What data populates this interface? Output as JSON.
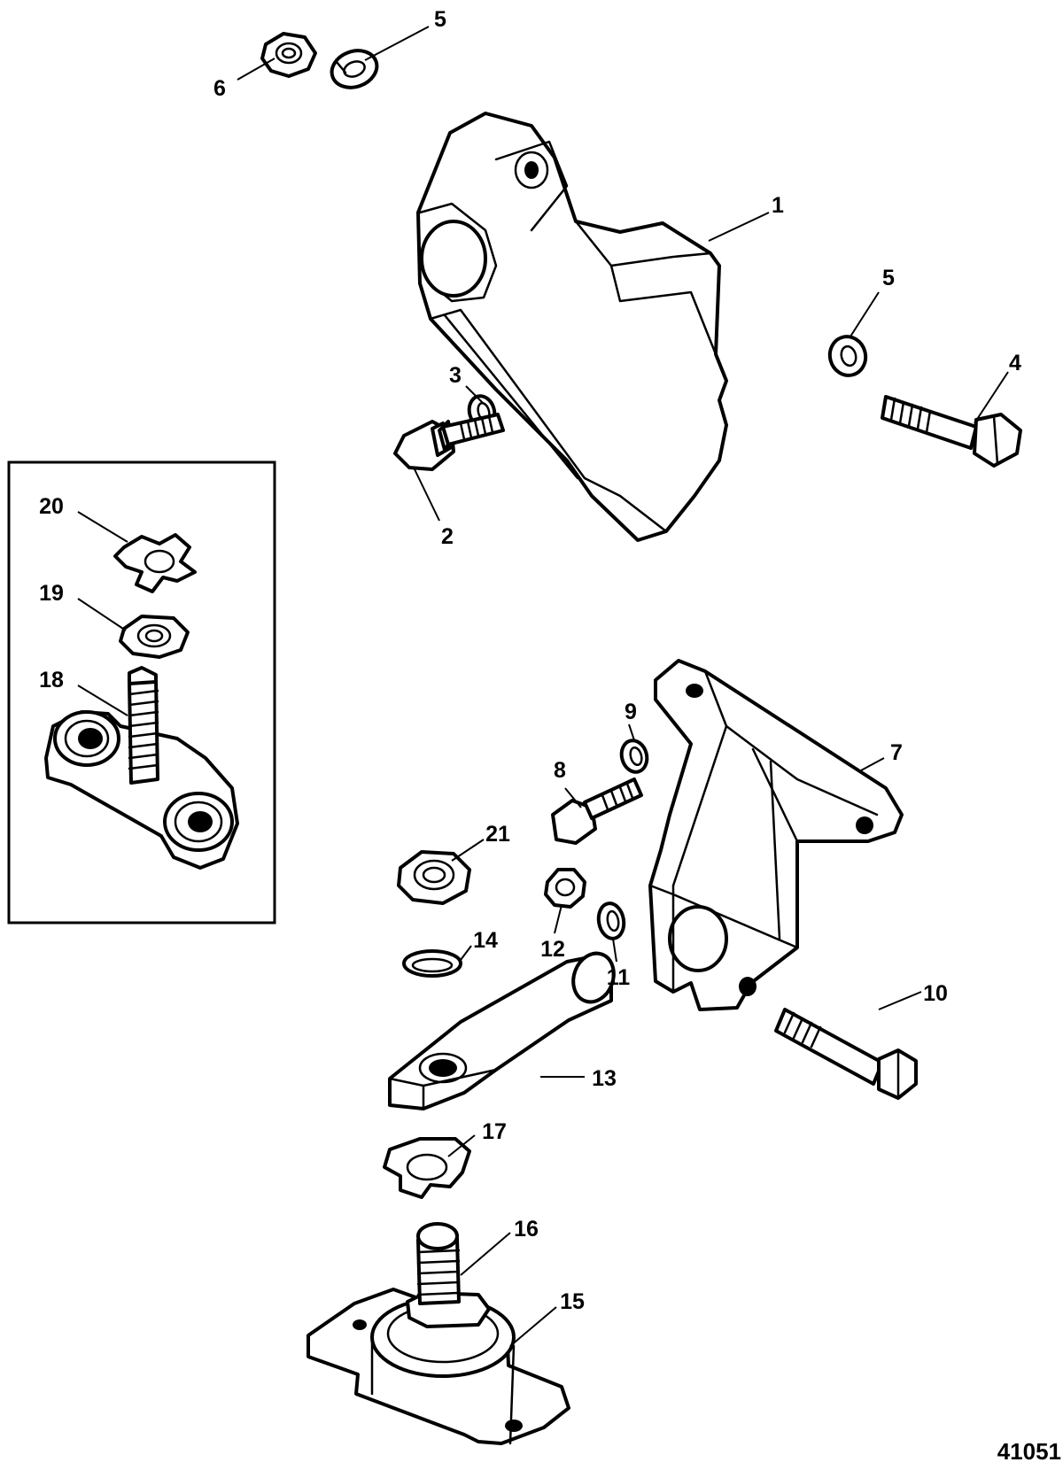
{
  "drawing_number": "41051",
  "callouts": {
    "c1": "1",
    "c2": "2",
    "c3": "3",
    "c4": "4",
    "c5a": "5",
    "c5b": "5",
    "c6": "6",
    "c7": "7",
    "c8": "8",
    "c9": "9",
    "c10": "10",
    "c11": "11",
    "c12": "12",
    "c13": "13",
    "c14": "14",
    "c15": "15",
    "c16": "16",
    "c17": "17",
    "c18": "18",
    "c19": "19",
    "c20": "20",
    "c21": "21"
  },
  "colors": {
    "line": "#000000",
    "background": "#ffffff"
  }
}
